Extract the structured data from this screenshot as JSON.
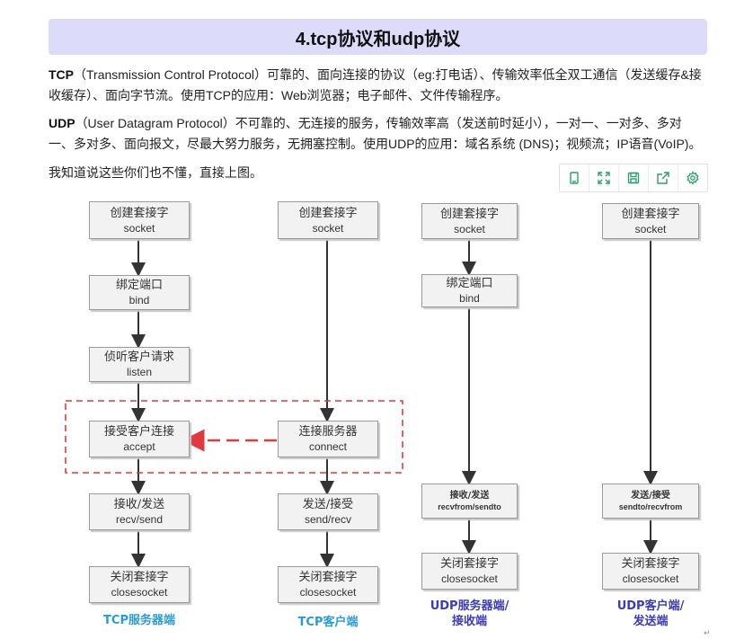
{
  "heading": "4.tcp协议和udp协议",
  "tcp_para": {
    "term": "TCP",
    "text": "（Transmission Control Protocol）可靠的、面向连接的协议（eg:打电话）、传输效率低全双工通信（发送缓存&接收缓存）、面向字节流。使用TCP的应用：Web浏览器；电子邮件、文件传输程序。"
  },
  "udp_para": {
    "term": "UDP",
    "text": "（User Datagram Protocol）不可靠的、无连接的服务，传输效率高（发送前时延小），一对一、一对多、多对一、多对多、面向报文，尽最大努力服务，无拥塞控制。使用UDP的应用：域名系统 (DNS)；视频流；IP语音(VoIP)。"
  },
  "intro": "我知道说这些你们也不懂，直接上图。",
  "toolbar": {
    "icons": [
      "copy-icon",
      "fullscreen-icon",
      "save-icon",
      "share-icon",
      "settings-icon"
    ],
    "accent": "#2aa06a"
  },
  "diagram": {
    "tcp_server": {
      "socket": {
        "cn": "创建套接字",
        "en": "socket"
      },
      "bind": {
        "cn": "绑定端口",
        "en": "bind"
      },
      "listen": {
        "cn": "侦听客户请求",
        "en": "listen"
      },
      "accept": {
        "cn": "接受客户连接",
        "en": "accept"
      },
      "recv": {
        "cn": "接收/发送",
        "en": "recv/send"
      },
      "close": {
        "cn": "关闭套接字",
        "en": "closesocket"
      },
      "label": "TCP服务器端"
    },
    "tcp_client": {
      "socket": {
        "cn": "创建套接字",
        "en": "socket"
      },
      "connect": {
        "cn": "连接服务器",
        "en": "connect"
      },
      "send": {
        "cn": "发送/接受",
        "en": "send/recv"
      },
      "close": {
        "cn": "关闭套接字",
        "en": "closesocket"
      },
      "label": "TCP客户端"
    },
    "udp_server": {
      "socket": {
        "cn": "创建套接字",
        "en": "socket"
      },
      "bind": {
        "cn": "绑定端口",
        "en": "bind"
      },
      "recv": {
        "cn": "接收/发送",
        "en": "recvfrom/sendto"
      },
      "close": {
        "cn": "关闭套接字",
        "en": "closesocket"
      },
      "label1": "UDP服务器端/",
      "label2": "接收端"
    },
    "udp_client": {
      "socket": {
        "cn": "创建套接字",
        "en": "socket"
      },
      "send": {
        "cn": "发送/接受",
        "en": "sendto/recvfrom"
      },
      "close": {
        "cn": "关闭套接字",
        "en": "closesocket"
      },
      "label1": "UDP客户端/",
      "label2": "发送端"
    },
    "colors": {
      "tcp_label": "#2b9bd6",
      "udp_label": "#3b3bb4",
      "dashed": "#e0393e"
    }
  },
  "corner_mark": "↵"
}
